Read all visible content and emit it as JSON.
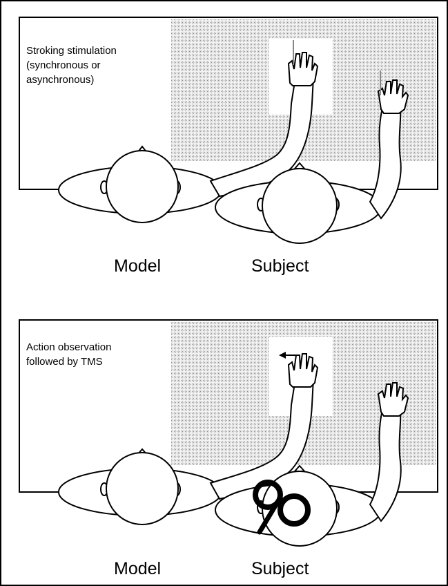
{
  "panels": [
    {
      "caption_line1": "Stroking stimulation",
      "caption_line2": "(synchronous or",
      "caption_line3": "asynchronous)",
      "label_left": "Model",
      "label_right": "Subject"
    },
    {
      "caption_line1": "Action observation",
      "caption_line2": "followed by TMS",
      "caption_line3": "",
      "label_left": "Model",
      "label_right": "Subject"
    }
  ],
  "colors": {
    "stipple": "#c8c8c8",
    "stroke": "#000000",
    "background": "#ffffff"
  },
  "icons": [
    "stroking-brush-icon",
    "tms-coil-icon",
    "arrow-icon"
  ]
}
